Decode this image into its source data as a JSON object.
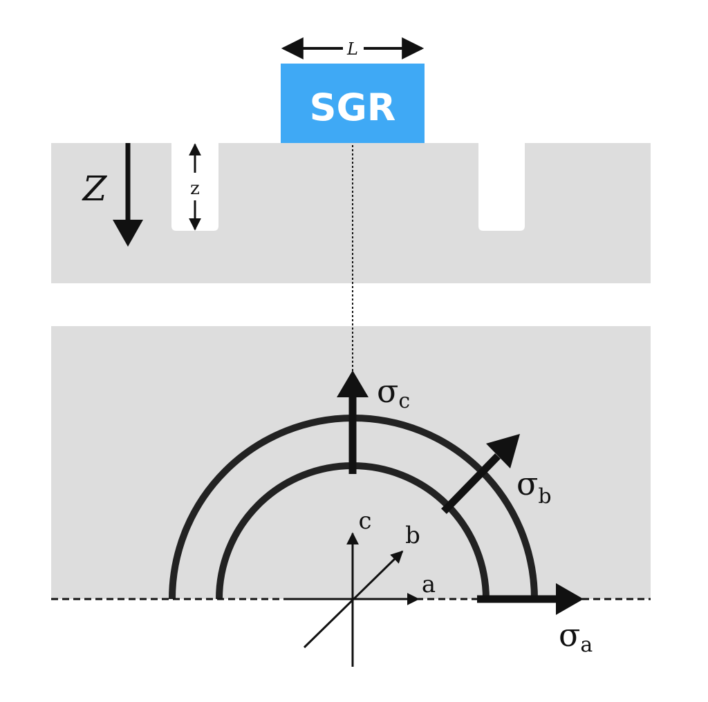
{
  "labels": {
    "length": "L",
    "sensor": "SGR",
    "depth_big": "Z",
    "depth_small": "z",
    "sigma_symbol": "σ",
    "sigma_a_sub": "a",
    "sigma_b_sub": "b",
    "sigma_c_sub": "c",
    "axis_a": "a",
    "axis_b": "b",
    "axis_c": "c"
  },
  "colors": {
    "sensor_fill": "#3fa9f5",
    "sensor_text": "#ffffff",
    "medium_fill": "#dddddd",
    "ink": "#111111",
    "ring_stroke": "#222222"
  }
}
